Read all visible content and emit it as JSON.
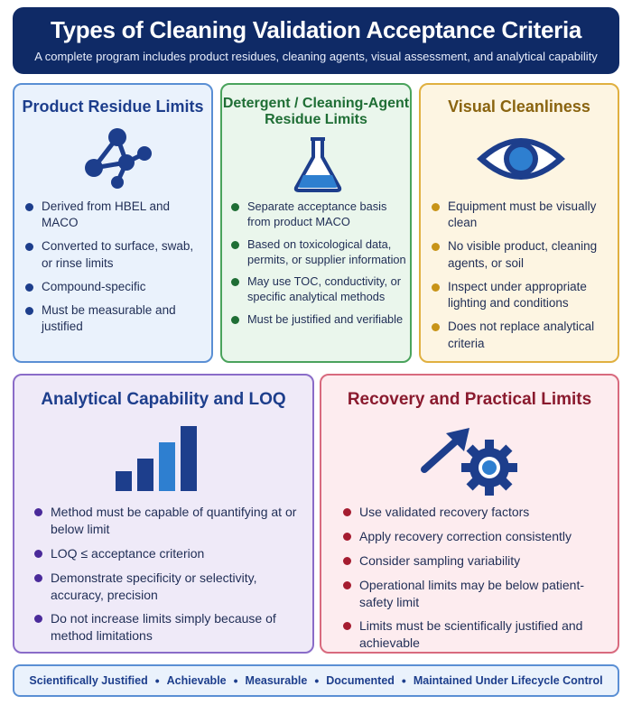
{
  "header": {
    "title": "Types of Cleaning Validation Acceptance Criteria",
    "subtitle": "A complete program includes product residues, cleaning agents, visual assessment, and analytical capability"
  },
  "cards": {
    "product_residue": {
      "title": "Product Residue Limits",
      "icon": "molecule-icon",
      "items": [
        "Derived from HBEL and MACO",
        "Converted to surface, swab, or rinse limits",
        "Compound-specific",
        "Must be measurable and justified"
      ]
    },
    "detergent": {
      "title": "Detergent / Cleaning-Agent Residue Limits",
      "icon": "flask-icon",
      "items": [
        "Separate acceptance basis from product MACO",
        "Based on toxicological data, permits, or supplier information",
        "May use TOC, conductivity, or specific analytical methods",
        "Must be justified and verifiable"
      ]
    },
    "visual": {
      "title": "Visual Cleanliness",
      "icon": "eye-icon",
      "items": [
        "Equipment must be visually clean",
        "No visible product, cleaning agents, or soil",
        "Inspect under appropriate lighting and conditions",
        "Does not replace analytical criteria"
      ]
    },
    "analytical": {
      "title": "Analytical Capability and LOQ",
      "icon": "bar-chart-icon",
      "items": [
        "Method must be capable of quantifying at or below limit",
        "LOQ ≤ acceptance criterion",
        "Demonstrate specificity or selectivity, accuracy, precision",
        "Do not increase limits simply because of method limitations"
      ]
    },
    "recovery": {
      "title": "Recovery and Practical Limits",
      "icon": "gear-arrow-icon",
      "items": [
        "Use validated recovery factors",
        "Apply recovery correction consistently",
        "Consider sampling variability",
        "Operational limits may be below patient-safety limit",
        "Limits must be scientifically justified and achievable"
      ]
    }
  },
  "footer": {
    "items": [
      "Scientifically Justified",
      "Achievable",
      "Measurable",
      "Documented",
      "Maintained Under Lifecycle Control"
    ],
    "separator": "•"
  },
  "colors": {
    "navy": "#0f2a66",
    "blue": "#1d3e8c",
    "green": "#1f6e35",
    "gold": "#c89418",
    "purple": "#4a2a9a",
    "red": "#a51c30"
  }
}
